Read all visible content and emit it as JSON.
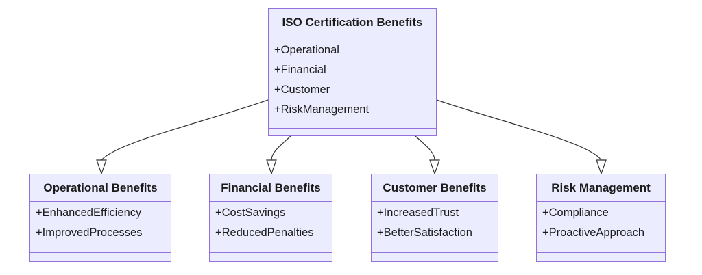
{
  "diagram": {
    "root": {
      "title": "ISO Certification Benefits",
      "attributes": [
        "+Operational",
        "+Financial",
        "+Customer",
        "+RiskManagement"
      ]
    },
    "children": [
      {
        "title": "Operational Benefits",
        "attributes": [
          "+EnhancedEfficiency",
          "+ImprovedProcesses"
        ]
      },
      {
        "title": "Financial Benefits",
        "attributes": [
          "+CostSavings",
          "+ReducedPenalties"
        ]
      },
      {
        "title": "Customer Benefits",
        "attributes": [
          "+IncreasedTrust",
          "+BetterSatisfaction"
        ]
      },
      {
        "title": "Risk Management",
        "attributes": [
          "+Compliance",
          "+ProactiveApproach"
        ]
      }
    ],
    "colors": {
      "box_fill": "#ECECFF",
      "box_border": "#9370DB",
      "edge": "#333333",
      "text": "#1b1b1b"
    }
  }
}
